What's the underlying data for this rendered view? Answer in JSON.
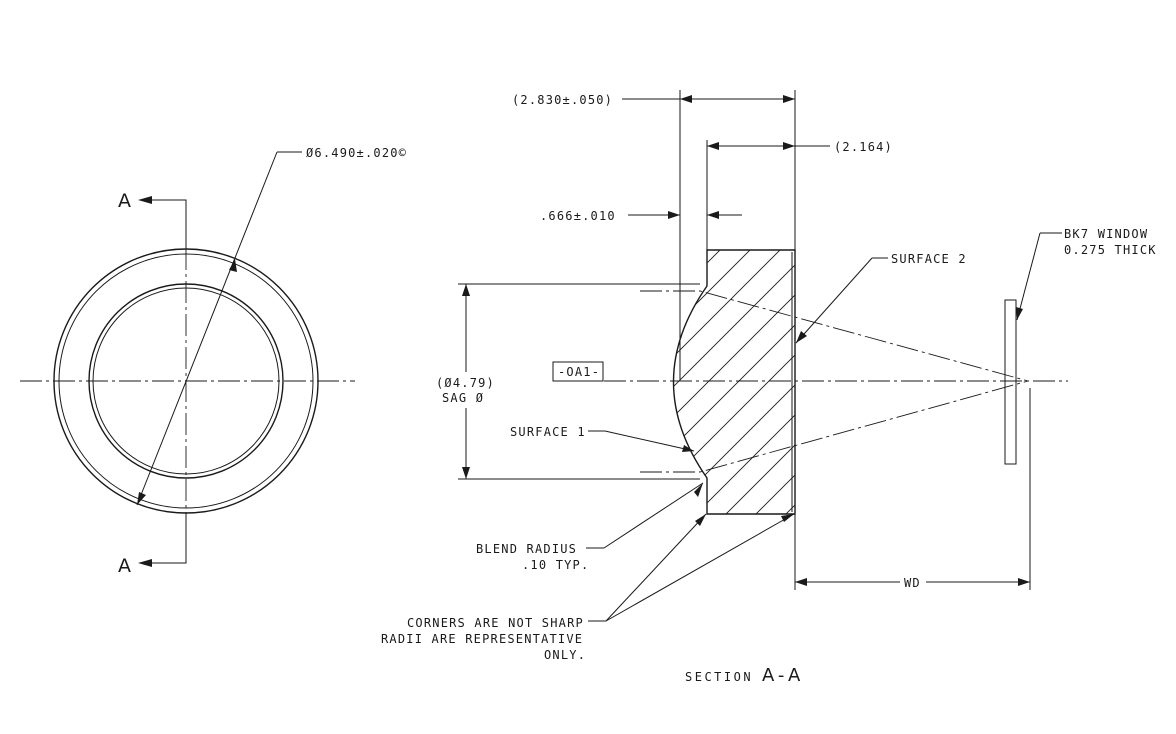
{
  "front_view": {
    "diameter_callout": "Ø6.490±.020©",
    "section_marker_top": "A",
    "section_marker_bottom": "A"
  },
  "section_view": {
    "dim_overall": "(2.830±.050)",
    "dim_flange": "(2.164)",
    "dim_step": ".666±.010",
    "dim_sag_diameter": "(Ø4.79)",
    "dim_sag_label": "SAG Ø",
    "datum": "-OA1-",
    "surface_1": "SURFACE 1",
    "surface_2": "SURFACE 2",
    "window_line1": "BK7 WINDOW",
    "window_line2": "0.275 THICK",
    "blend_line1": "BLEND  RADIUS",
    "blend_line2": ".10 TYP.",
    "corners_line1": "CORNERS ARE NOT SHARP",
    "corners_line2": "RADII ARE REPRESENTATIVE",
    "corners_line3": "ONLY.",
    "wd_label": "WD",
    "section_title": "SECTION",
    "section_letters": "A-A"
  }
}
